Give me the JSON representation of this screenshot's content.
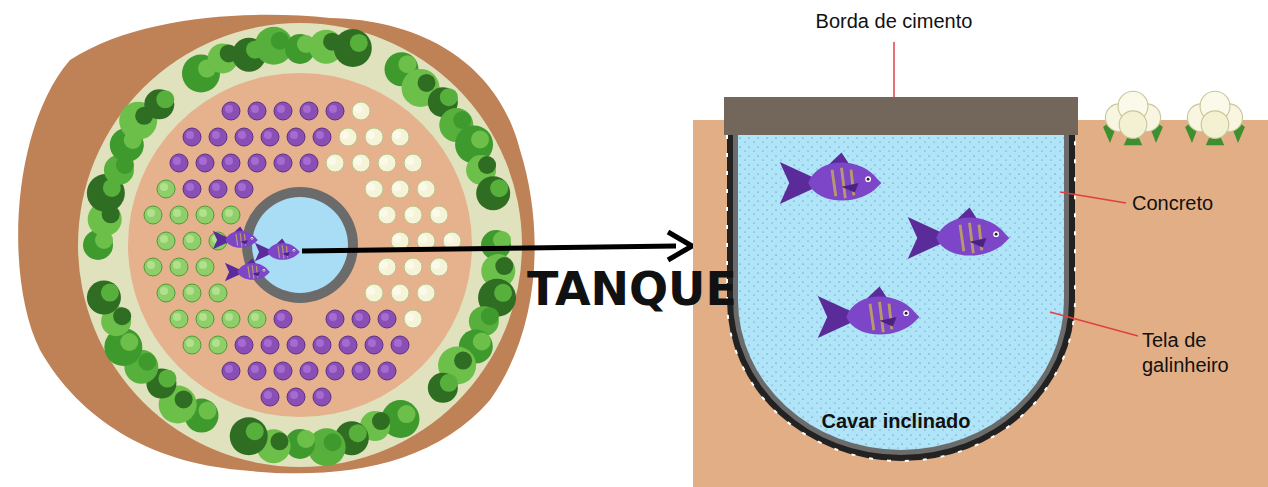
{
  "diagram": {
    "labels": [
      "Borda de cimento",
      "TANQUE",
      "Concreto",
      "Tela de galinheiro",
      "Cavar inclinado"
    ]
  }
}
